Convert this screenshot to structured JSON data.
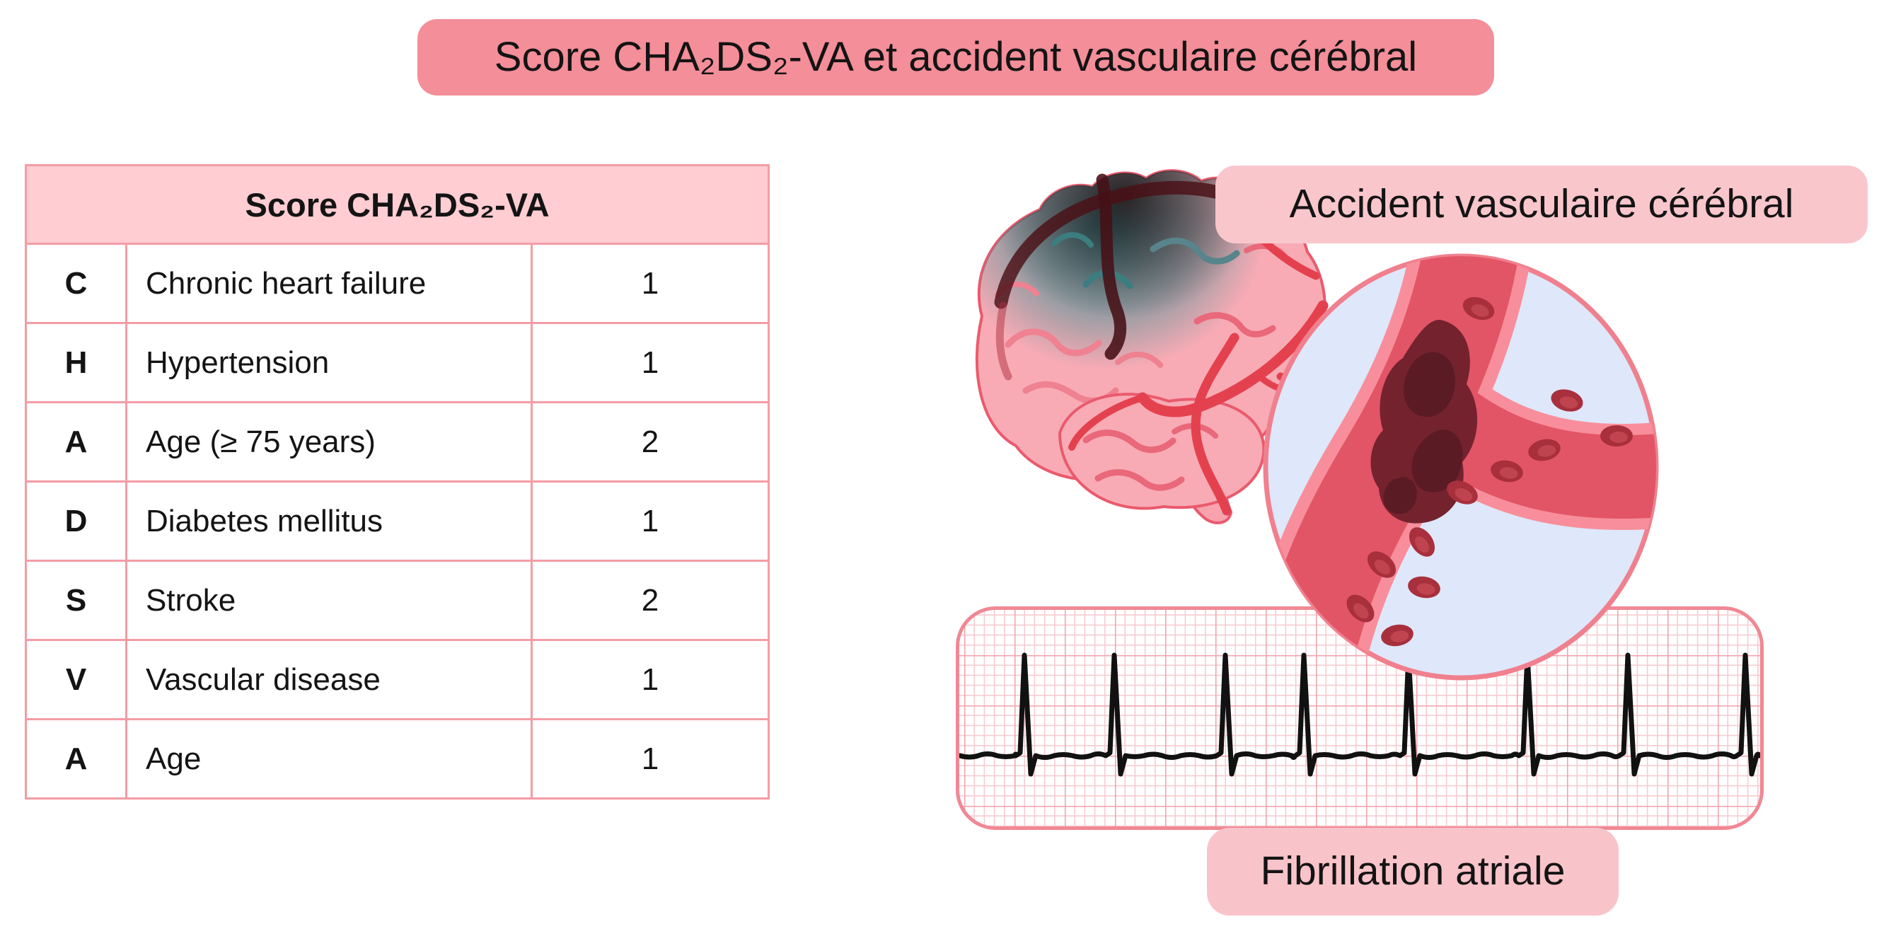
{
  "title": "Score CHA₂DS₂-VA et accident vasculaire cérébral",
  "table": {
    "header": "Score CHA₂DS₂-VA",
    "rows": [
      {
        "letter": "C",
        "criterion": "Chronic heart failure",
        "points": "1"
      },
      {
        "letter": "H",
        "criterion": "Hypertension",
        "points": "1"
      },
      {
        "letter": "A",
        "criterion": "Age (≥ 75 years)",
        "points": "2"
      },
      {
        "letter": "D",
        "criterion": "Diabetes mellitus",
        "points": "1"
      },
      {
        "letter": "S",
        "criterion": "Stroke",
        "points": "2"
      },
      {
        "letter": "V",
        "criterion": "Vascular disease",
        "points": "1"
      },
      {
        "letter": "A",
        "criterion": "Age",
        "points": "1"
      }
    ]
  },
  "labels": {
    "stroke": "Accident vasculaire cérébral",
    "afib": "Fibrillation atriale"
  },
  "illustrations": {
    "brain": "brain-ischemic-stroke-icon",
    "vessel_zoom": "thrombus-in-artery-magnifier-icon",
    "ecg": "atrial-fibrillation-ecg-strip-icon"
  },
  "colors": {
    "banner_bg": "#f48e99",
    "label_bg": "#f9c6cc",
    "table_header_bg": "#ffcdd2",
    "table_border": "#f49ca5",
    "brain_pink": "#f8abb5",
    "brain_outline": "#ea5a6d",
    "artery_red": "#e4414f",
    "ischemia_teal": "#1b8486",
    "occlusion_dark": "#451016",
    "magnifier_bg": "#dfe7fa",
    "magnifier_ring": "#f0808e",
    "vessel_wall": "#f88e9b",
    "vessel_lumen": "#e25566",
    "clot": "#74232e",
    "clot_core": "#5b1b25",
    "red_cell": "#a82f3c",
    "ecg_grid_minor": "#f7ccd1",
    "ecg_grid_major": "#f2a0a9",
    "ecg_border": "#f08894",
    "ecg_trace": "#111111"
  }
}
